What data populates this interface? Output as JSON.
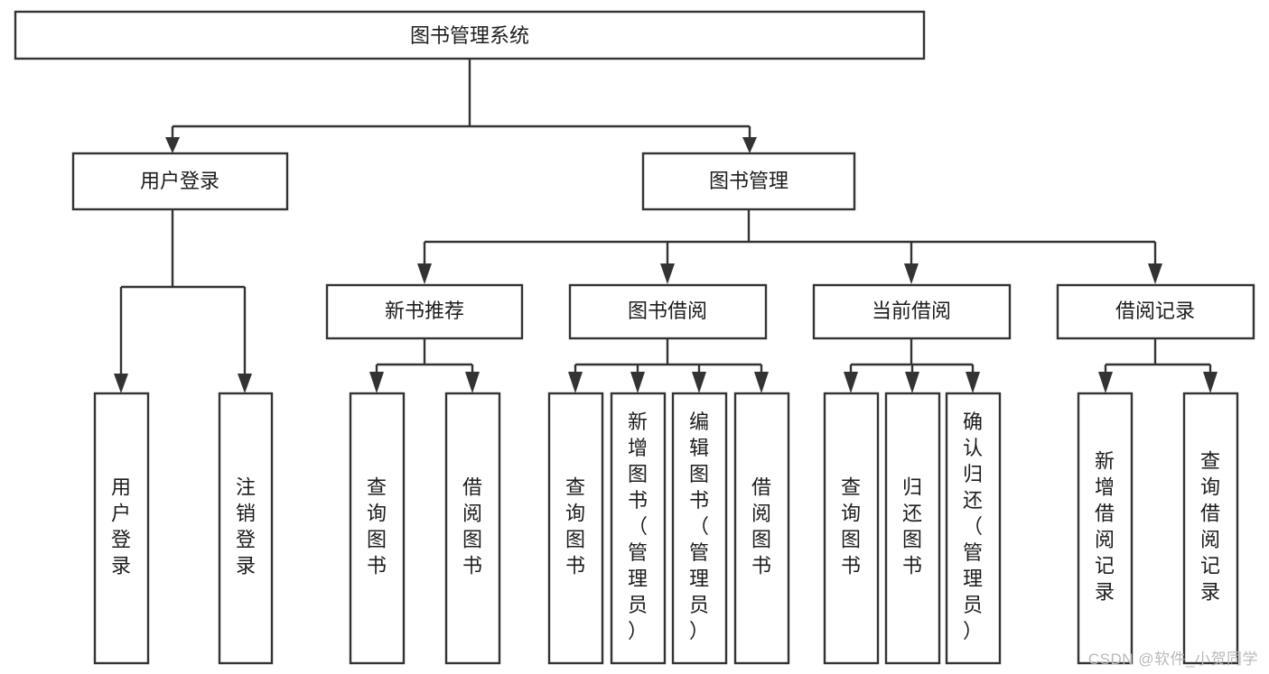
{
  "diagram": {
    "type": "tree",
    "orientation": "top-down",
    "title": "图书管理系统",
    "watermark": "CSDN @软件_小贺同学",
    "colors": {
      "box_stroke": "#333333",
      "box_fill": "#ffffff",
      "text": "#1c1c1c",
      "edge": "#333333",
      "watermark": "#b9b9b9",
      "background": "#ffffff"
    },
    "nodes": {
      "root": {
        "label": "图书管理系统",
        "level": 0,
        "orientation": "horizontal"
      },
      "l1": [
        {
          "id": "user-login",
          "label": "用户登录",
          "level": 1,
          "orientation": "horizontal"
        },
        {
          "id": "book-manage",
          "label": "图书管理",
          "level": 1,
          "orientation": "horizontal"
        }
      ],
      "l2": [
        {
          "id": "new-book-rec",
          "label": "新书推荐",
          "level": 2,
          "orientation": "horizontal"
        },
        {
          "id": "book-borrow",
          "label": "图书借阅",
          "level": 2,
          "orientation": "horizontal"
        },
        {
          "id": "current-borrow",
          "label": "当前借阅",
          "level": 2,
          "orientation": "horizontal"
        },
        {
          "id": "borrow-record",
          "label": "借阅记录",
          "level": 2,
          "orientation": "horizontal"
        }
      ],
      "leaves": [
        {
          "id": "leaf-user-login",
          "label": "用户登录",
          "parent": "user-login",
          "orientation": "vertical"
        },
        {
          "id": "leaf-user-logout",
          "label": "注销登录",
          "parent": "user-login",
          "orientation": "vertical"
        },
        {
          "id": "leaf-query-book-1",
          "label": "查询图书",
          "parent": "new-book-rec",
          "orientation": "vertical"
        },
        {
          "id": "leaf-borrow-book-1",
          "label": "借阅图书",
          "parent": "new-book-rec",
          "orientation": "vertical"
        },
        {
          "id": "leaf-query-book-2",
          "label": "查询图书",
          "parent": "book-borrow",
          "orientation": "vertical"
        },
        {
          "id": "leaf-add-book",
          "label": "新增图书（管理员）",
          "parent": "book-borrow",
          "orientation": "vertical"
        },
        {
          "id": "leaf-edit-book",
          "label": "编辑图书（管理员）",
          "parent": "book-borrow",
          "orientation": "vertical"
        },
        {
          "id": "leaf-borrow-book-2",
          "label": "借阅图书",
          "parent": "book-borrow",
          "orientation": "vertical"
        },
        {
          "id": "leaf-query-book-3",
          "label": "查询图书",
          "parent": "current-borrow",
          "orientation": "vertical"
        },
        {
          "id": "leaf-return-book",
          "label": "归还图书",
          "parent": "current-borrow",
          "orientation": "vertical"
        },
        {
          "id": "leaf-confirm-return",
          "label": "确认归还（管理员）",
          "parent": "current-borrow",
          "orientation": "vertical"
        },
        {
          "id": "leaf-add-record",
          "label": "新增借阅记录",
          "parent": "borrow-record",
          "orientation": "vertical"
        },
        {
          "id": "leaf-query-record",
          "label": "查询借阅记录",
          "parent": "borrow-record",
          "orientation": "vertical"
        }
      ]
    }
  }
}
